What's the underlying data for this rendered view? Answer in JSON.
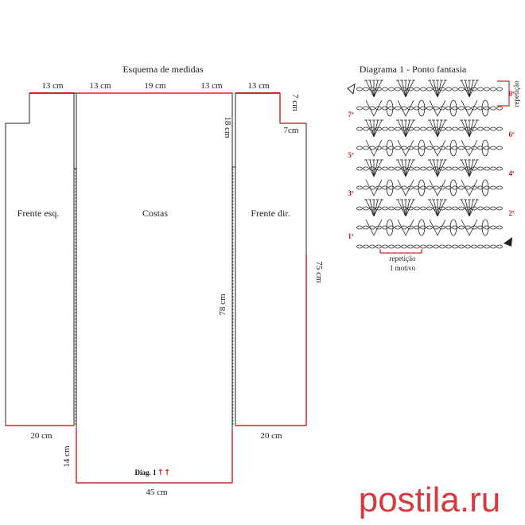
{
  "schematic": {
    "title": "Esquema de medidas",
    "dims": {
      "left_shoulder": "13 cm",
      "back_left_shoulder": "13 cm",
      "back_neck": "19 cm",
      "back_right_shoulder": "13 cm",
      "right_shoulder": "13 cm",
      "right_neck_drop": "7 cm",
      "right_neck_width": "7cm",
      "armhole": "18 cm",
      "back_length": "78 cm",
      "front_length": "75 cm",
      "left_hem": "20 cm",
      "right_hem": "20 cm",
      "back_vent": "14 cm",
      "back_hem": "45 cm"
    },
    "pieces": {
      "left_front": "Frente esq.",
      "back": "Costas",
      "right_front": "Frente dir."
    },
    "diag_note": "Diag. 1",
    "diag_arrows": "↑↑"
  },
  "stitch_diagram": {
    "title": "Diagrama 1 - Ponto fantasia",
    "rows_left": [
      "7ª",
      "5ª",
      "3ª",
      "1ª"
    ],
    "rows_right": [
      "8ª",
      "6ª",
      "4ª",
      "2ª"
    ],
    "side_label": "repetição",
    "bottom_label_1": "repetição",
    "bottom_label_2": "1 motivo"
  },
  "watermark": "postila.ru",
  "colors": {
    "accent_red": "#d0262d",
    "watermark": "#d63a41",
    "line": "#222222"
  }
}
